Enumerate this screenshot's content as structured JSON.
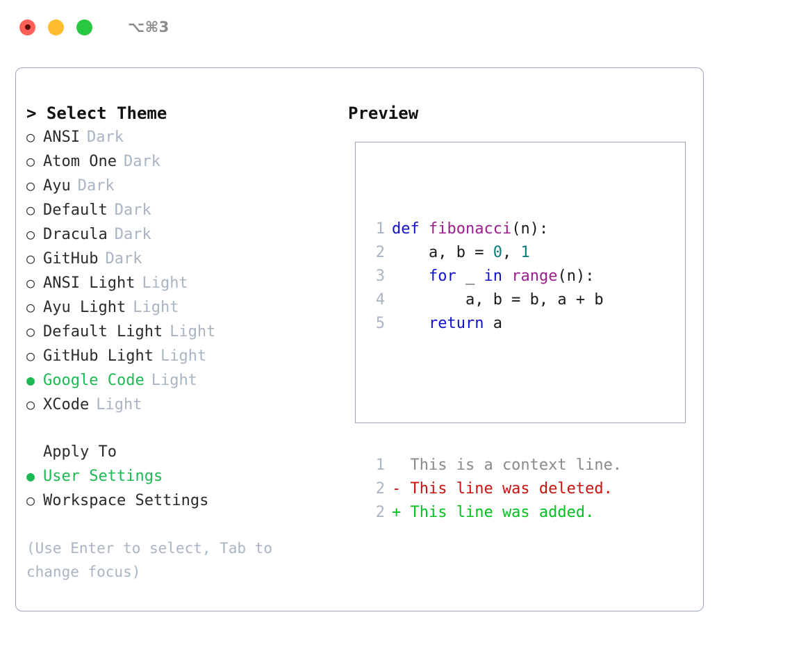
{
  "window": {
    "title": "⌥⌘3",
    "traffic_lights": [
      {
        "name": "close",
        "color": "#ff6058"
      },
      {
        "name": "minimize",
        "color": "#ffbd2e"
      },
      {
        "name": "maximize",
        "color": "#28c840"
      }
    ]
  },
  "left": {
    "title": "> Select Theme",
    "themes": [
      {
        "bullet": "○",
        "name": "ANSI",
        "tag": "Dark",
        "selected": false
      },
      {
        "bullet": "○",
        "name": "Atom One",
        "tag": "Dark",
        "selected": false
      },
      {
        "bullet": "○",
        "name": "Ayu",
        "tag": "Dark",
        "selected": false
      },
      {
        "bullet": "○",
        "name": "Default",
        "tag": "Dark",
        "selected": false
      },
      {
        "bullet": "○",
        "name": "Dracula",
        "tag": "Dark",
        "selected": false
      },
      {
        "bullet": "○",
        "name": "GitHub",
        "tag": "Dark",
        "selected": false
      },
      {
        "bullet": "○",
        "name": "ANSI Light",
        "tag": "Light",
        "selected": false
      },
      {
        "bullet": "○",
        "name": "Ayu Light",
        "tag": "Light",
        "selected": false
      },
      {
        "bullet": "○",
        "name": "Default Light",
        "tag": "Light",
        "selected": false
      },
      {
        "bullet": "○",
        "name": "GitHub Light",
        "tag": "Light",
        "selected": false
      },
      {
        "bullet": "●",
        "name": "Google Code",
        "tag": "Light",
        "selected": true
      },
      {
        "bullet": "○",
        "name": "XCode",
        "tag": "Light",
        "selected": false
      }
    ],
    "apply_to": {
      "heading": "Apply To",
      "options": [
        {
          "bullet": "●",
          "name": "User Settings",
          "selected": true
        },
        {
          "bullet": "○",
          "name": "Workspace Settings",
          "selected": false
        }
      ]
    },
    "hint": "(Use Enter to select, Tab to change focus)"
  },
  "right": {
    "title": "Preview",
    "code": [
      {
        "ln": "1",
        "tokens": [
          {
            "t": "def",
            "c": "kw"
          },
          {
            "t": " ",
            "c": "pl"
          },
          {
            "t": "fibonacci",
            "c": "fn"
          },
          {
            "t": "(n):",
            "c": "pl"
          }
        ]
      },
      {
        "ln": "2",
        "tokens": [
          {
            "t": "    a, b = ",
            "c": "pl"
          },
          {
            "t": "0",
            "c": "num"
          },
          {
            "t": ", ",
            "c": "pl"
          },
          {
            "t": "1",
            "c": "num"
          }
        ]
      },
      {
        "ln": "3",
        "tokens": [
          {
            "t": "    ",
            "c": "pl"
          },
          {
            "t": "for",
            "c": "kw"
          },
          {
            "t": " _ ",
            "c": "pl"
          },
          {
            "t": "in",
            "c": "kw"
          },
          {
            "t": " ",
            "c": "pl"
          },
          {
            "t": "range",
            "c": "fn"
          },
          {
            "t": "(n):",
            "c": "pl"
          }
        ]
      },
      {
        "ln": "4",
        "tokens": [
          {
            "t": "        a, b = b, a + b",
            "c": "pl"
          }
        ]
      },
      {
        "ln": "5",
        "tokens": [
          {
            "t": "    ",
            "c": "pl"
          },
          {
            "t": "return",
            "c": "kw"
          },
          {
            "t": " a",
            "c": "pl"
          }
        ]
      }
    ],
    "diff": [
      {
        "ln": "1",
        "text": "  This is a context line.",
        "kind": "diff-ctx"
      },
      {
        "ln": "2",
        "text": "- This line was deleted.",
        "kind": "diff-del"
      },
      {
        "ln": "2",
        "text": "+ This line was added.",
        "kind": "diff-add"
      }
    ]
  },
  "colors": {
    "accent_green": "#1db954",
    "tag_gray": "#a9b4c4",
    "border": "#9aa6b8",
    "keyword": "#1111cc",
    "function": "#9b1d8e",
    "number": "#0b7b7b",
    "diff_deleted": "#cc1111",
    "diff_added": "#00c21e",
    "diff_context": "#8a8a8a"
  }
}
